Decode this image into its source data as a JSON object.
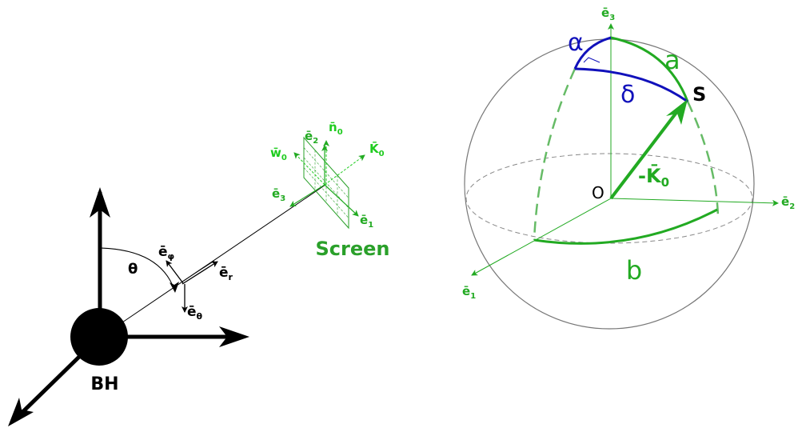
{
  "colors": {
    "black": "#000000",
    "green": "#22aa22",
    "bright_green": "#1fcc1f",
    "screen_green": "#2aa02a",
    "blue": "#1111bb",
    "sphere_gray": "#777777",
    "dash_green": "#66bb66"
  },
  "left": {
    "bh_label": "BH",
    "theta_label": "θ",
    "e_phi": "ē",
    "e_phi_sub": "φ",
    "e_r": "ē",
    "e_r_sub": "r",
    "e_theta": "ē",
    "e_theta_sub": "θ",
    "screen_label": "Screen",
    "e2": "ē",
    "e2_sub": "2",
    "n0": "n̄",
    "n0_sub": "0",
    "w0": "w̄",
    "w0_sub": "0",
    "k0": "K̄",
    "k0_sub": "0",
    "e3": "ē",
    "e3_sub": "3",
    "e1": "ē",
    "e1_sub": "1"
  },
  "right": {
    "e3": "ē",
    "e3_sub": "3",
    "e2": "ē",
    "e2_sub": "2",
    "e1": "ē",
    "e1_sub": "1",
    "origin": "O",
    "alpha": "α",
    "a": "a",
    "delta": "δ",
    "s": "S",
    "b": "b",
    "minus_k0": "-K̄",
    "minus_k0_sub": "0"
  }
}
